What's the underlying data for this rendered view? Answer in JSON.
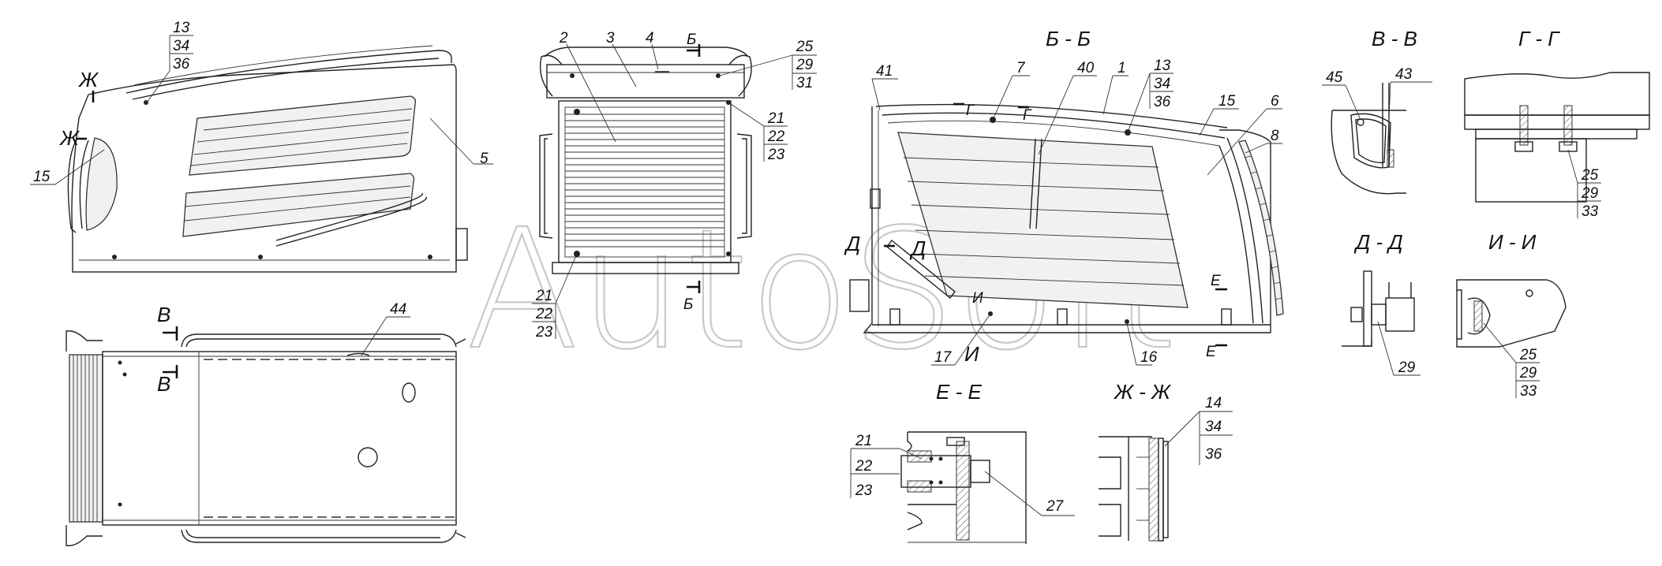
{
  "watermark": "AutoSoft",
  "section_titles": {
    "b_b": "Б - Б",
    "v_v": "В - В",
    "g_g": "Г - Г",
    "d_d": "Д - Д",
    "i_i": "И - И",
    "e_e": "Е - Е",
    "zh_zh": "Ж - Ж"
  },
  "cut_markers": {
    "zh": "Ж",
    "b": "Б",
    "v": "В",
    "g": "Г",
    "d": "Д",
    "i": "И",
    "e": "Е"
  },
  "callouts": {
    "n1": "1",
    "n2": "2",
    "n3": "3",
    "n4": "4",
    "n5": "5",
    "n6": "6",
    "n7": "7",
    "n8": "8",
    "n13": "13",
    "n14": "14",
    "n15": "15",
    "n16": "16",
    "n17": "17",
    "n21": "21",
    "n22": "22",
    "n23": "23",
    "n25": "25",
    "n27": "27",
    "n29": "29",
    "n31": "31",
    "n33": "33",
    "n34": "34",
    "n36": "36",
    "n40": "40",
    "n41": "41",
    "n43": "43",
    "n44": "44",
    "n45": "45"
  }
}
